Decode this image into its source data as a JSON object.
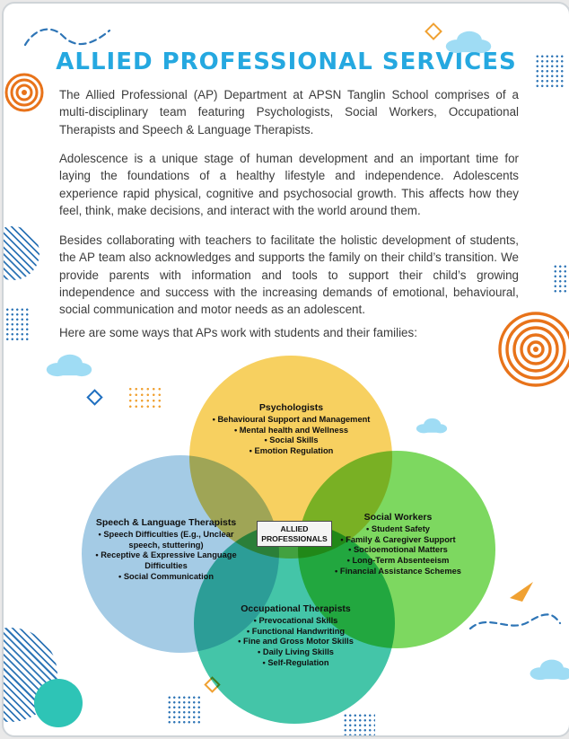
{
  "page": {
    "title": "ALLIED PROFESSIONAL SERVICES",
    "paragraphs": [
      "The Allied Professional (AP) Department at APSN Tanglin School comprises of a multi-disciplinary team featuring Psychologists, Social Workers, Occupational Therapists and Speech & Language Therapists.",
      "Adolescence is a unique stage of human development and an important time for laying the foundations of a healthy lifestyle and independence. Adolescents experience rapid physical, cognitive and psychosocial growth. This affects how they feel, think, make decisions, and interact with the world around them.",
      "Besides collaborating with teachers to facilitate the holistic development of students, the AP team also acknowledges and supports the family on their child’s transition. We provide parents with information and tools to support their child’s growing independence and success with the increasing demands of emotional, behavioural, social communication and motor needs as an adolescent.",
      "Here are some ways that APs work with students and their families:"
    ]
  },
  "diagram": {
    "center_label": "ALLIED PROFESSIONALS",
    "groups": [
      {
        "name": "Psychologists",
        "color": "#F6CB4F",
        "items": [
          "Behavioural Support and Management",
          "Mental health and Wellness",
          "Social Skills",
          "Emotion Regulation"
        ]
      },
      {
        "name": "Speech & Language Therapists",
        "color": "#9AC6E3",
        "items": [
          "Speech Difficulties (E.g., Unclear speech, stuttering)",
          "Receptive & Expressive Language Difficulties",
          "Social Communication"
        ]
      },
      {
        "name": "Social Workers",
        "color": "#6FD44F",
        "items": [
          "Student Safety",
          "Family & Caregiver Support",
          "Socioemotional Matters",
          "Long-Term Absenteeism",
          "Financial Assistance Schemes"
        ]
      },
      {
        "name": "Occupational Therapists",
        "color": "#2FBF9F",
        "items": [
          "Prevocational Skills",
          "Functional Handwriting",
          "Fine and Gross Motor Skills",
          "Daily Living Skills",
          "Self-Regulation"
        ]
      }
    ]
  },
  "colors": {
    "title": "#25A8E0",
    "accent_blue": "#2E75B6",
    "accent_orange": "#E8731A",
    "cloud": "#9FDCF4"
  }
}
